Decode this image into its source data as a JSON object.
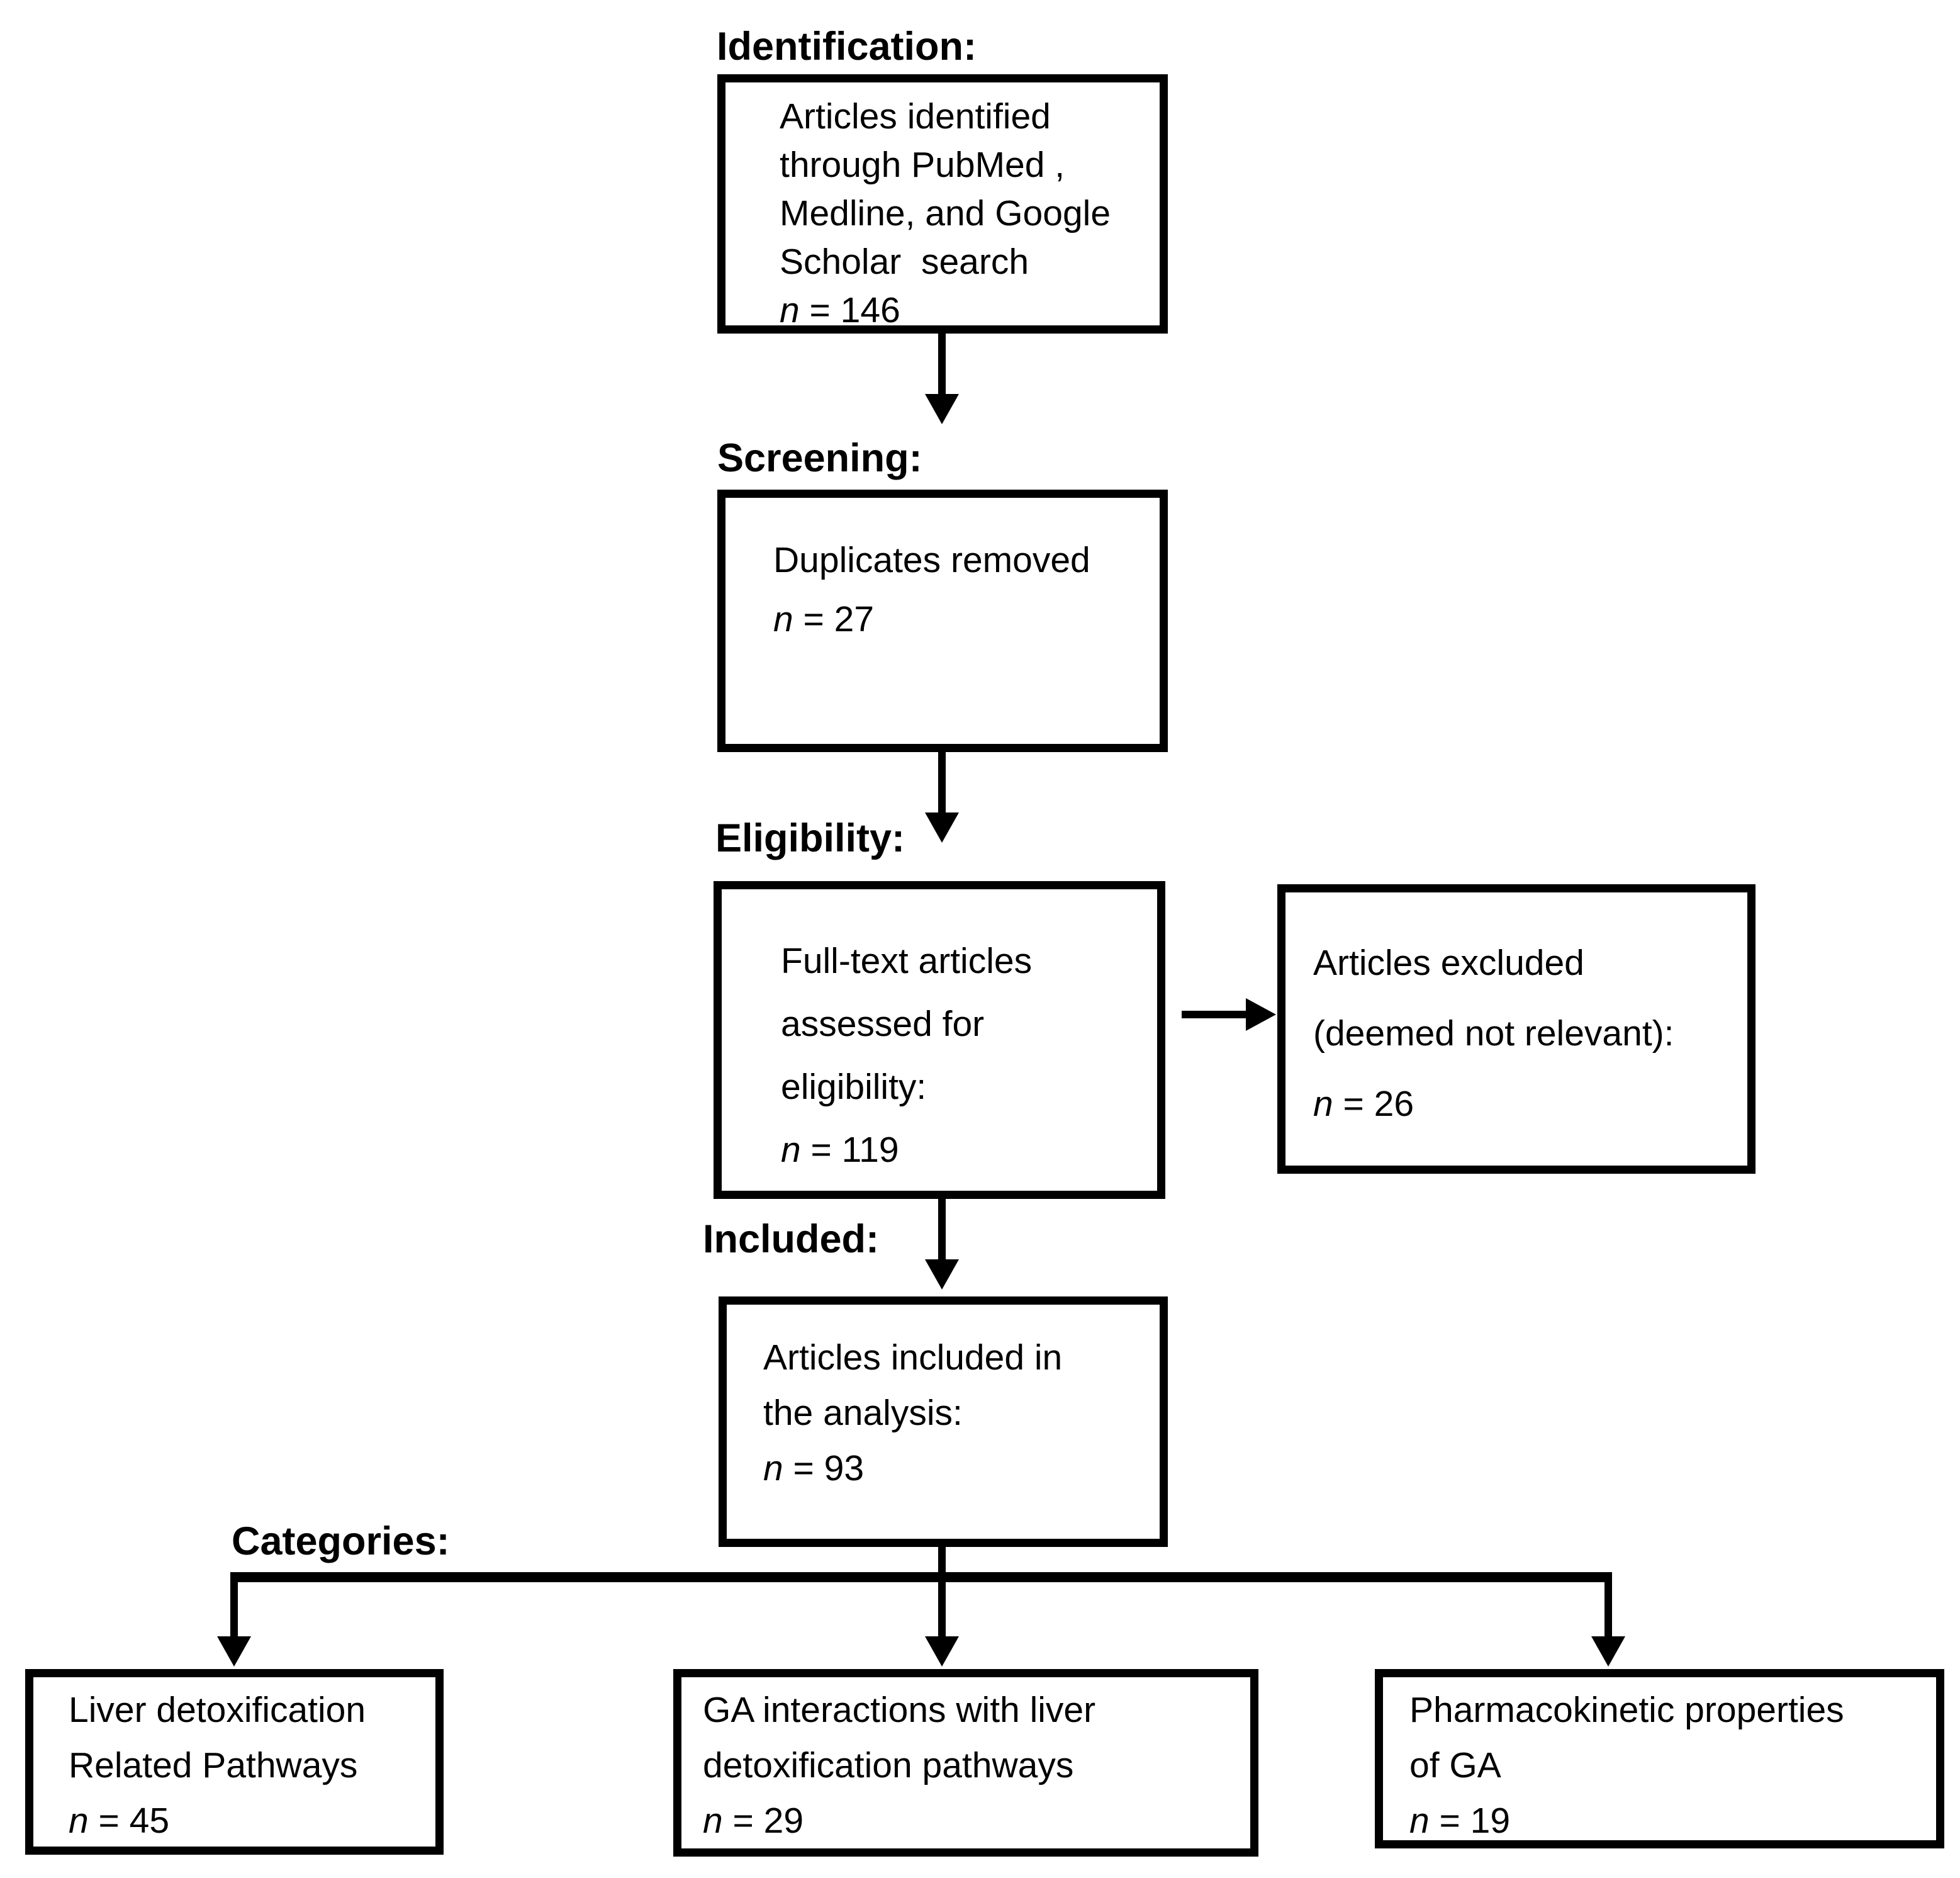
{
  "stages": {
    "identification": {
      "header": "Identification:",
      "lines": [
        "Articles identified",
        "through PubMed ,",
        "Medline, and Google",
        "Scholar  search"
      ],
      "count": "n = 146"
    },
    "screening": {
      "header": "Screening:",
      "lines": [
        "Duplicates removed"
      ],
      "count": "n = 27"
    },
    "eligibility": {
      "header": "Eligibility:",
      "lines": [
        "Full-text articles",
        "assessed for",
        "eligibility:"
      ],
      "count": "n = 119"
    },
    "excluded": {
      "lines": [
        "Articles excluded",
        "(deemed not relevant):"
      ],
      "count": "n = 26"
    },
    "included": {
      "header": "Included:",
      "lines": [
        "Articles included in",
        "the analysis:"
      ],
      "count": "n = 93"
    },
    "categories": {
      "header": "Categories:"
    },
    "category_liver": {
      "lines": [
        "Liver detoxification",
        "Related Pathways"
      ],
      "count": "n = 45"
    },
    "category_ga": {
      "lines": [
        "GA interactions with liver",
        "detoxification pathways"
      ],
      "count": "n = 29"
    },
    "category_pk": {
      "lines": [
        "Pharmacokinetic properties",
        "of GA"
      ],
      "count": "n = 19"
    }
  },
  "colors": {
    "line": "#000000",
    "background": "#ffffff",
    "text": "#000000"
  }
}
